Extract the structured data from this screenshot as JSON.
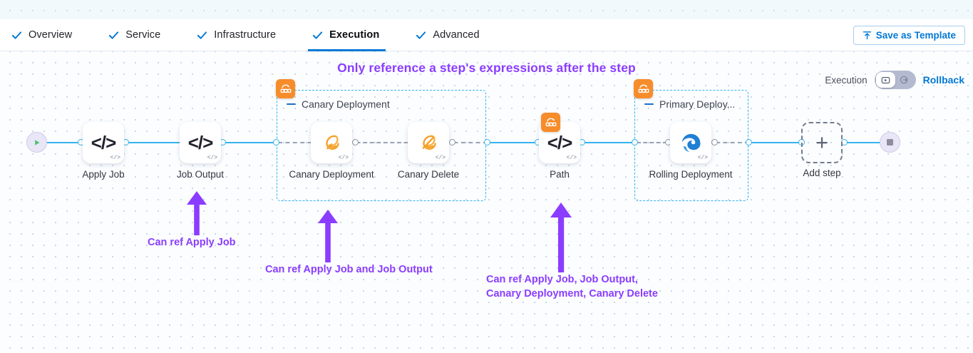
{
  "tabs": [
    {
      "label": "Overview",
      "icon": "check-icon",
      "active": false
    },
    {
      "label": "Service",
      "icon": "check-icon",
      "active": false
    },
    {
      "label": "Infrastructure",
      "icon": "check-icon",
      "active": false
    },
    {
      "label": "Execution",
      "icon": "check-icon",
      "active": true
    },
    {
      "label": "Advanced",
      "icon": "check-icon",
      "active": false
    }
  ],
  "toolbar": {
    "save_template_label": "Save as Template",
    "save_template_icon": "upload-icon"
  },
  "headline": "Only reference a step's expressions after the step",
  "mode_toggle": {
    "execution_label": "Execution",
    "rollback_label": "Rollback",
    "selected": "Execution",
    "execution_icon": "execution-play-icon",
    "rollback_icon": "rollback-circle-icon"
  },
  "pipeline": {
    "start_node": {
      "name": "start-node",
      "icon": "play-icon"
    },
    "end_node": {
      "name": "end-node",
      "icon": "stop-square-icon"
    },
    "steps": [
      {
        "id": "apply-job",
        "title": "Apply Job",
        "icon": "code-icon",
        "badge": "code-badge"
      },
      {
        "id": "job-output",
        "title": "Job Output",
        "icon": "code-icon",
        "badge": "code-badge"
      },
      {
        "id": "canary-deployment",
        "title": "Canary Deployment",
        "icon": "canary-icon",
        "badge": "code-badge"
      },
      {
        "id": "canary-delete",
        "title": "Canary Delete",
        "icon": "canary-delete-icon",
        "badge": "code-badge"
      },
      {
        "id": "path",
        "title": "Path",
        "icon": "code-icon",
        "badge": "code-badge"
      },
      {
        "id": "rolling-deployment",
        "title": "Rolling Deployment",
        "icon": "edge-swirl-icon",
        "badge": "code-badge"
      }
    ],
    "groups": [
      {
        "id": "canary-group",
        "title": "Canary Deployment",
        "badge_icon": "step-group-icon"
      },
      {
        "id": "primary-group",
        "title": "Primary Deploy...",
        "badge_icon": "step-group-icon"
      }
    ],
    "add_step": {
      "label": "Add step",
      "icon": "plus-icon"
    }
  },
  "annotations": [
    {
      "id": "anno-1",
      "text": "Can ref Apply Job"
    },
    {
      "id": "anno-2",
      "text": "Can ref Apply Job and Job Output"
    },
    {
      "id": "anno-3",
      "text": "Can ref Apply Job, Job Output,\nCanary Deployment, Canary Delete"
    }
  ],
  "colors": {
    "accent_blue": "#0278d5",
    "connector_blue": "#35b3ee",
    "annotation_purple": "#8b3dff",
    "group_badge_orange": "#f78c2b",
    "canary_orange": "#f5a02a",
    "edge_blue": "#1f7fd4"
  }
}
